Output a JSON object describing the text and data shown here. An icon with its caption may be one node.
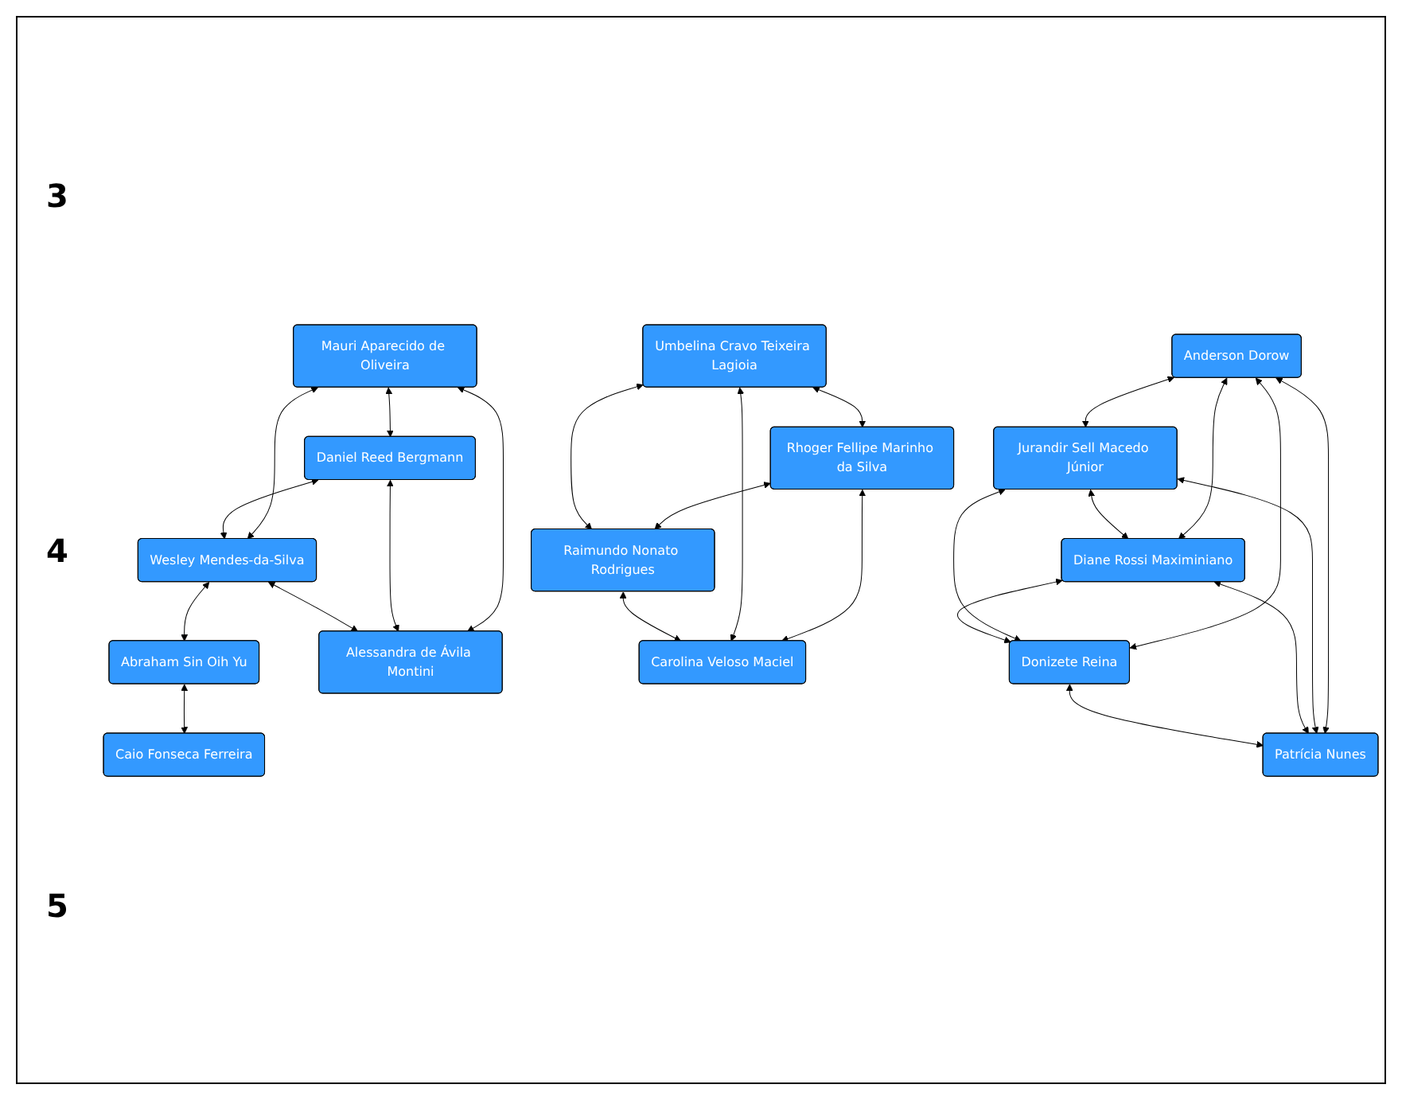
{
  "diagram": {
    "nodes": [
      {
        "text": [
          "Daniel Reed Bergmann"
        ]
      },
      {
        "text": [
          "Mauri Aparecido de Oliveira"
        ]
      },
      {
        "text": [
          "Wesley Mendes-da-Silva"
        ]
      },
      {
        "text": [
          "Abraham Sin Oih Yu"
        ]
      },
      {
        "text": [
          "Caio Fonseca Ferreira"
        ]
      },
      {
        "text": [
          "Alessandra de Ávila Montini"
        ]
      },
      {
        "text": [
          "Rhoger Fellipe Marinho da Silva"
        ]
      },
      {
        "text": [
          "Umbelina Cravo Teixeira Lagioia"
        ]
      },
      {
        "text": [
          "Carolina Veloso Maciel"
        ]
      },
      {
        "text": [
          "Raimundo Nonato Rodrigues"
        ]
      },
      {
        "text": [
          "Jurandir Sell Macedo Júnior"
        ]
      },
      {
        "text": [
          "Anderson Dorow"
        ]
      },
      {
        "text": [
          "Donizete Reina"
        ]
      },
      {
        "text": [
          "Diane Rossi Maximiniano"
        ]
      },
      {
        "text": [
          "Patrícia Nunes"
        ]
      }
    ],
    "edges": [
      {
        "from": 1,
        "to": 0,
        "arrow": "both"
      },
      {
        "from": 1,
        "to": 2,
        "arrow": "both"
      },
      {
        "from": 1,
        "to": 5,
        "arrow": "both"
      },
      {
        "from": 0,
        "to": 2,
        "arrow": "both"
      },
      {
        "from": 0,
        "to": 5,
        "arrow": "both"
      },
      {
        "from": 2,
        "to": 5,
        "arrow": "both"
      },
      {
        "from": 2,
        "to": 3,
        "arrow": "both"
      },
      {
        "from": 3,
        "to": 4,
        "arrow": "both"
      },
      {
        "from": 7,
        "to": 6,
        "arrow": "both"
      },
      {
        "from": 6,
        "to": 9,
        "arrow": "both"
      },
      {
        "from": 6,
        "to": 8,
        "arrow": "both"
      },
      {
        "from": 7,
        "to": 8,
        "arrow": "both"
      },
      {
        "from": 7,
        "to": 9,
        "arrow": "both"
      },
      {
        "from": 9,
        "to": 8,
        "arrow": "both"
      },
      {
        "from": 11,
        "to": 10,
        "arrow": "both"
      },
      {
        "from": 11,
        "to": 12,
        "arrow": "both"
      },
      {
        "from": 11,
        "to": 14,
        "arrow": "both"
      },
      {
        "from": 11,
        "to": 13,
        "arrow": "both"
      },
      {
        "from": 10,
        "to": 12,
        "arrow": "both"
      },
      {
        "from": 10,
        "to": 14,
        "arrow": "both"
      },
      {
        "from": 10,
        "to": 13,
        "arrow": "both"
      },
      {
        "from": 13,
        "to": 12,
        "arrow": "both"
      },
      {
        "from": 13,
        "to": 14,
        "arrow": "both"
      },
      {
        "from": 12,
        "to": 14,
        "arrow": "both"
      }
    ],
    "labels": [
      "3",
      "4",
      "5"
    ]
  }
}
